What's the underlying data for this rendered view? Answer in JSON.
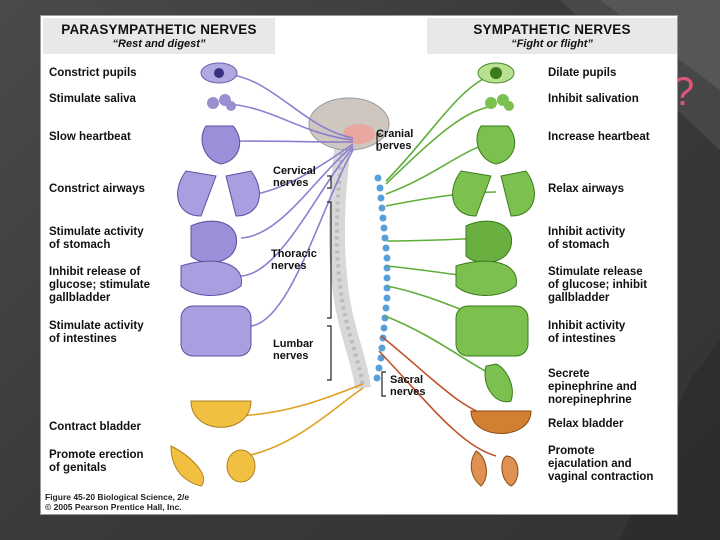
{
  "parasympathetic": {
    "title": "PARASYMPATHETIC NERVES",
    "subtitle": "“Rest and digest”",
    "labels": [
      "Constrict pupils",
      "Stimulate saliva",
      "Slow heartbeat",
      "Constrict airways",
      "Stimulate activity\nof stomach",
      "Inhibit release of\nglucose; stimulate\ngallbladder",
      "Stimulate activity\nof intestines",
      "Contract bladder",
      "Promote erection\nof genitals"
    ]
  },
  "sympathetic": {
    "title": "SYMPATHETIC NERVES",
    "subtitle": "“Fight or flight”",
    "labels": [
      "Dilate pupils",
      "Inhibit salivation",
      "Increase heartbeat",
      "Relax airways",
      "Inhibit activity\nof stomach",
      "Stimulate release\nof glucose; inhibit\ngallbladder",
      "Inhibit activity\nof intestines",
      "Secrete\nepinephrine and\nnorepinephrine",
      "Relax bladder",
      "Promote\nejaculation and\nvaginal contraction"
    ]
  },
  "spinal": {
    "cranial": "Cranial\nnerves",
    "cervical": "Cervical\nnerves",
    "thoracic": "Thoracic\nnerves",
    "lumbar": "Lumbar\nnerves",
    "sacral": "Sacral\nnerves"
  },
  "caption": {
    "line1": "Figure 45-20  Biological Science, 2/e",
    "line2": "© 2005 Pearson Prentice Hall, Inc."
  },
  "decor": {
    "qmark": "?"
  },
  "colors": {
    "para": "#8a7fd0",
    "symp": "#5fae3a",
    "sacral": "#e0a020",
    "accent": "#e0557a"
  }
}
